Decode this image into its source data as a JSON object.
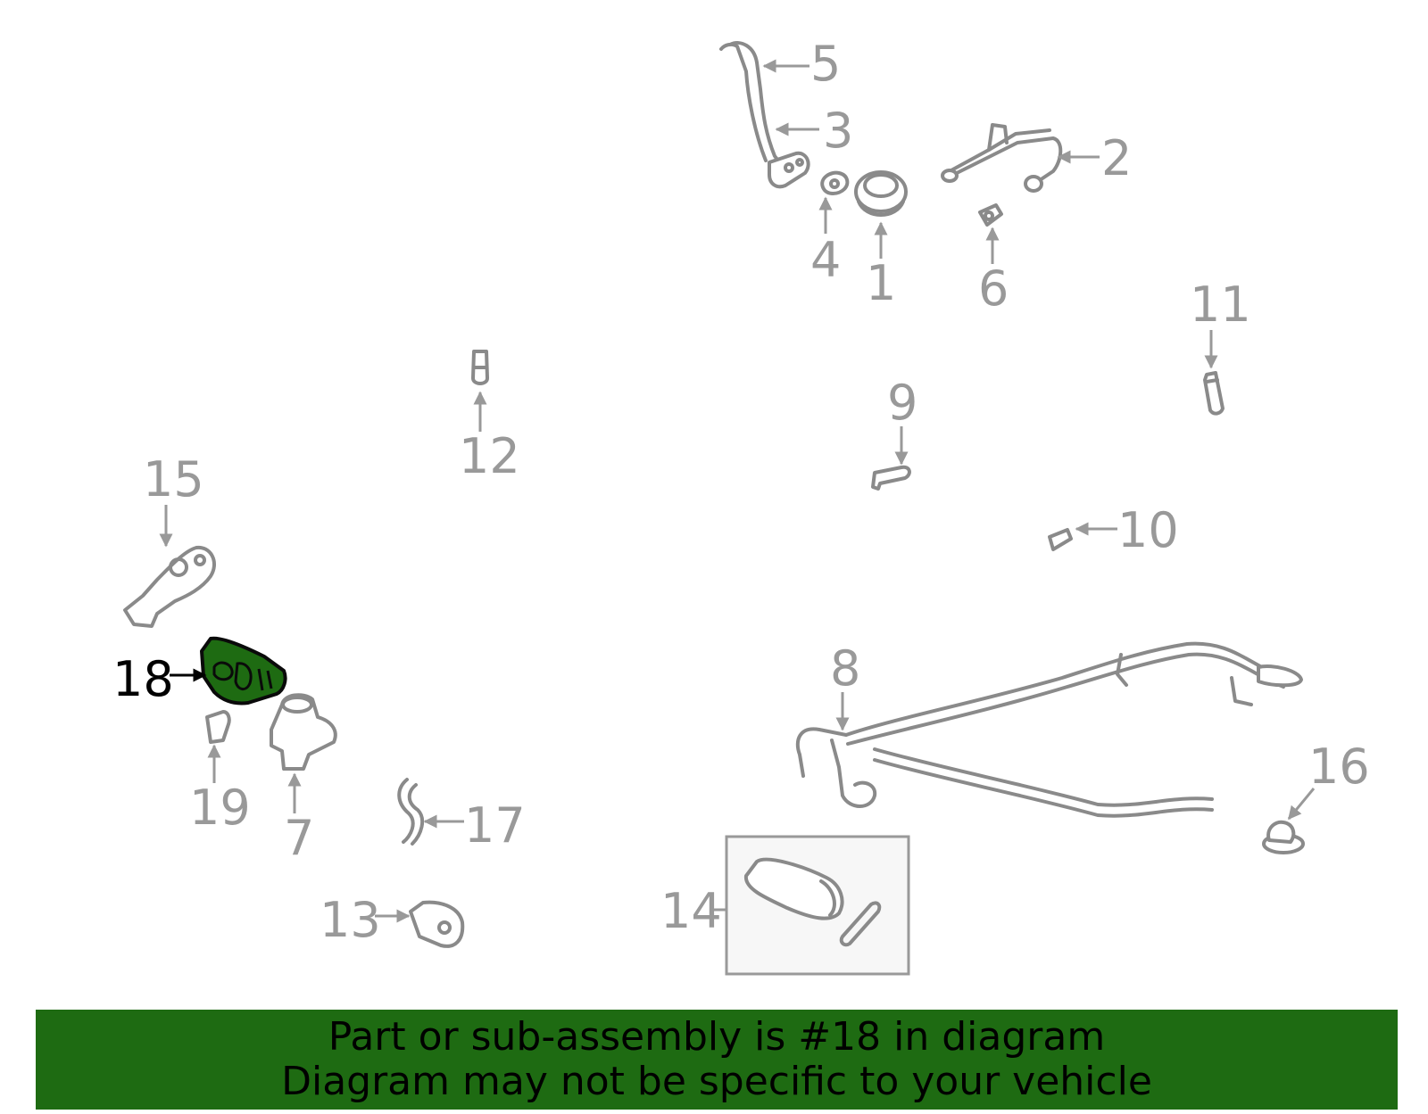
{
  "highlight_color": "#1e6b12",
  "highlighted_part": "18",
  "callouts": {
    "c1": "1",
    "c2": "2",
    "c3": "3",
    "c4": "4",
    "c5": "5",
    "c6": "6",
    "c7": "7",
    "c8": "8",
    "c9": "9",
    "c10": "10",
    "c11": "11",
    "c12": "12",
    "c13": "13",
    "c14": "14",
    "c15": "15",
    "c16": "16",
    "c17": "17",
    "c18": "18",
    "c19": "19"
  },
  "banner": {
    "line1": "Part or sub-assembly is #18 in diagram",
    "line2": "Diagram may not be specific to your vehicle"
  }
}
